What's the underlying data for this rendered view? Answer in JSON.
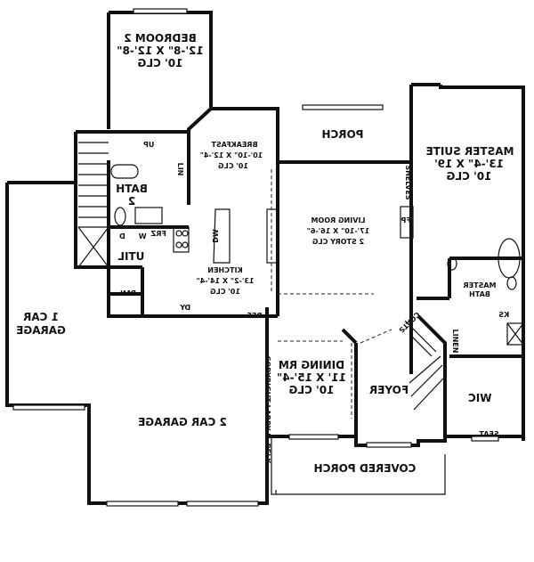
{
  "rooms": {
    "bedroom2": {
      "name": "BEDROOM 2",
      "size": "12'-8\" X 12'-8\"",
      "ceiling": "10' CLG"
    },
    "breakfast": {
      "name": "BREAKFAST",
      "size": "10'-10\" X 12'-4\"",
      "ceiling": "10' CLG"
    },
    "porch": {
      "name": "PORCH"
    },
    "master_suite": {
      "name": "MASTER SUITE",
      "size": "13'-4\" X 19'",
      "ceiling": "10' CLG"
    },
    "living_room": {
      "name": "LIVING ROOM",
      "size": "17'-10\" X 16'-6\"",
      "ceiling": "2 STORY CLG"
    },
    "kitchen": {
      "name": "KITCHEN",
      "size": "13'-2\" X 14'-4\"",
      "ceiling": "10' CLG"
    },
    "bath2": {
      "name": "BATH",
      "number": "2"
    },
    "util": {
      "name": "UTIL"
    },
    "garage1": {
      "line1": "1 CAR",
      "line2": "GARAGE"
    },
    "garage2": {
      "name": "2 CAR GARAGE"
    },
    "dining": {
      "name": "DINING RM",
      "size": "11' X 15'-4\"",
      "ceiling": "10' CLG"
    },
    "foyer": {
      "name": "FOYER"
    },
    "master_bath": {
      "line1": "MASTER",
      "line2": "BATH"
    },
    "wic": {
      "name": "WIC"
    },
    "covered_porch": {
      "name": "COVERED PORCH"
    }
  },
  "fixtures": {
    "up": "UP",
    "lin": "LIN",
    "frz": "FRZ",
    "w": "W",
    "d": "D",
    "dw": "DW",
    "pan": "PAN",
    "dy": "DY",
    "ref": "REF",
    "shelves": "SHELVES",
    "fp": "FP",
    "coats": "COATS",
    "linen": "LINEN",
    "ks": "KS",
    "seat": "SEAT"
  },
  "copyright": "COPYRIGHT LARRY E. BELK",
  "orientation": "mirrored"
}
